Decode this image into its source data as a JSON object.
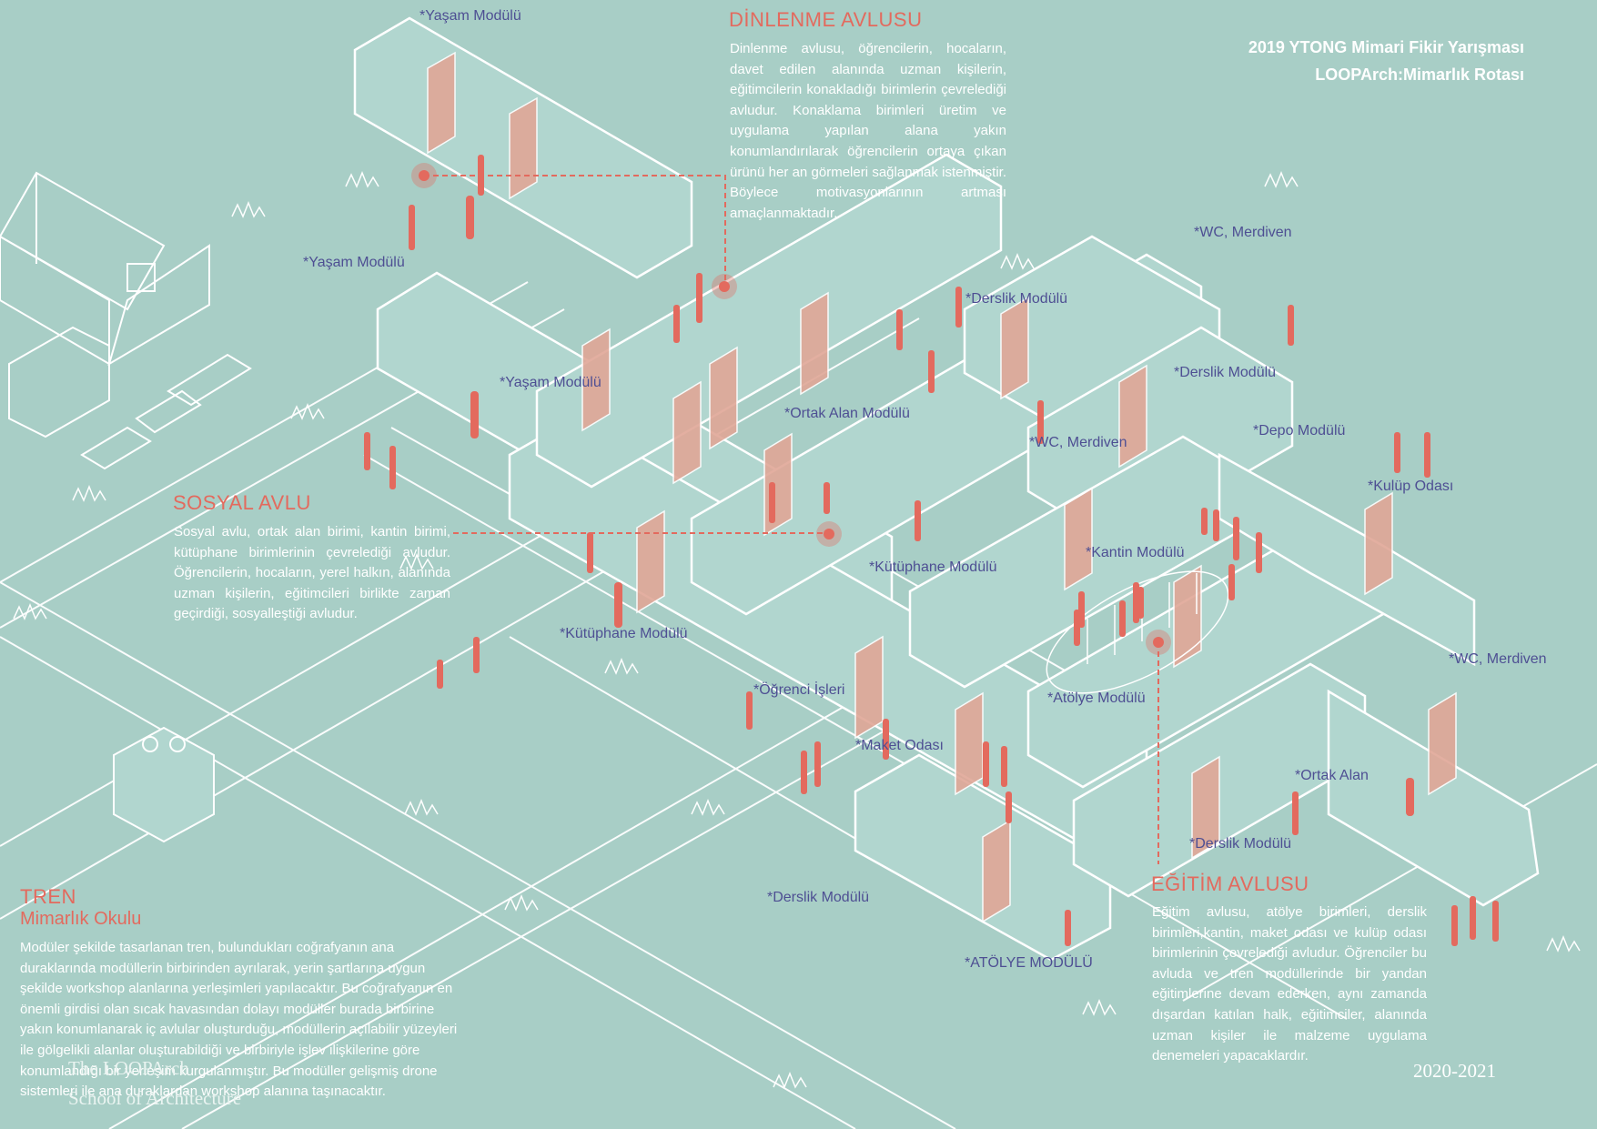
{
  "title": {
    "line1": "2019 YTONG Mimari Fikir Yarışması",
    "line2": "LOOPArch:Mimarlık Rotası"
  },
  "courtyards": {
    "dinlenme": {
      "title": "DİNLENME AVLUSU",
      "text": "Dinlenme avlusu, öğrencilerin, hocaların, davet edilen alanında uzman kişilerin, eğitimcilerin konakladığı birimlerin çevrelediği avludur. Konaklama birimleri üretim ve uygulama yapılan alana yakın konumlandırılarak öğrencilerin ortaya çıkan ürünü her an görmeleri sağlanmak istenmiştir. Böylece motivasyonlarının artması amaçlanmaktadır."
    },
    "sosyal": {
      "title": "SOSYAL AVLU",
      "text": "Sosyal avlu, ortak alan birimi, kantin birimi, kütüphane birimlerinin çevrelediği avludur. Öğrencilerin, hocaların, yerel halkın, alanında uzman kişilerin, eğitimcileri birlikte zaman geçirdiği, sosyalleştiği avludur."
    },
    "egitim": {
      "title": "EĞİTİM AVLUSU",
      "text": "Eğitim avlusu, atölye birimleri, derslik birimleri,kantin, maket odası ve kulüp odası birimlerinin çevrelediği avludur. Öğrenciler bu avluda ve tren modüllerinde bir yandan eğitimlerine devam ederken, aynı zamanda dışardan katılan halk, eğitimciler, alanında uzman kişiler ile malzeme uygulama denemeleri yapacaklardır."
    }
  },
  "tren": {
    "title": "TREN",
    "subtitle": "Mimarlık Okulu",
    "text": "Modüler şekilde tasarlanan tren, bulundukları coğrafyanın ana duraklarında modüllerin birbirinden ayrılarak, yerin şartlarına uygun şekilde workshop alanlarına yerleşimleri yapılacaktır. Bu coğrafyanın en önemli girdisi olan sıcak havasından dolayı modüller burada birbirine yakın konumlanarak iç avlular oluşturduğu, modüllerin açılabilir yüzeyleri ile gölgelikli alanlar oluşturabildiği ve birbiriyle işlev ilişkilerine göre konumlandığı bir yerleşim kurgulanmıştır. Bu modüller gelişmiş drone sistemleri ile ana duraklardan workshop alanına taşınacaktır."
  },
  "modules": [
    "*Yaşam Modülü",
    "*Yaşam Modülü",
    "*Yaşam Modülü",
    "*Ortak Alan Modülü",
    "*Derslik Modülü",
    "*WC, Merdiven",
    "*Derslik Modülü",
    "*WC, Merdiven",
    "*Depo Modülü",
    "*Kulüp Odası",
    "*Kütüphane Modülü",
    "*Kantin Modülü",
    "*Kütüphane Modülü",
    "*Öğrenci İşleri",
    "*Atölye Modülü",
    "*WC, Merdiven",
    "*Maket Odası",
    "*Ortak Alan",
    "*Derslik Modülü",
    "*Derslik Modülü",
    "*ATÖLYE MODÜLÜ"
  ],
  "footer": {
    "school": "The LOOPArch",
    "school2": "School of Architecture",
    "years": "2020-2021"
  },
  "colors": {
    "background": "#a8cec6",
    "accent": "#e36a5e",
    "label": "#4e4f93",
    "line": "#ffffff"
  }
}
